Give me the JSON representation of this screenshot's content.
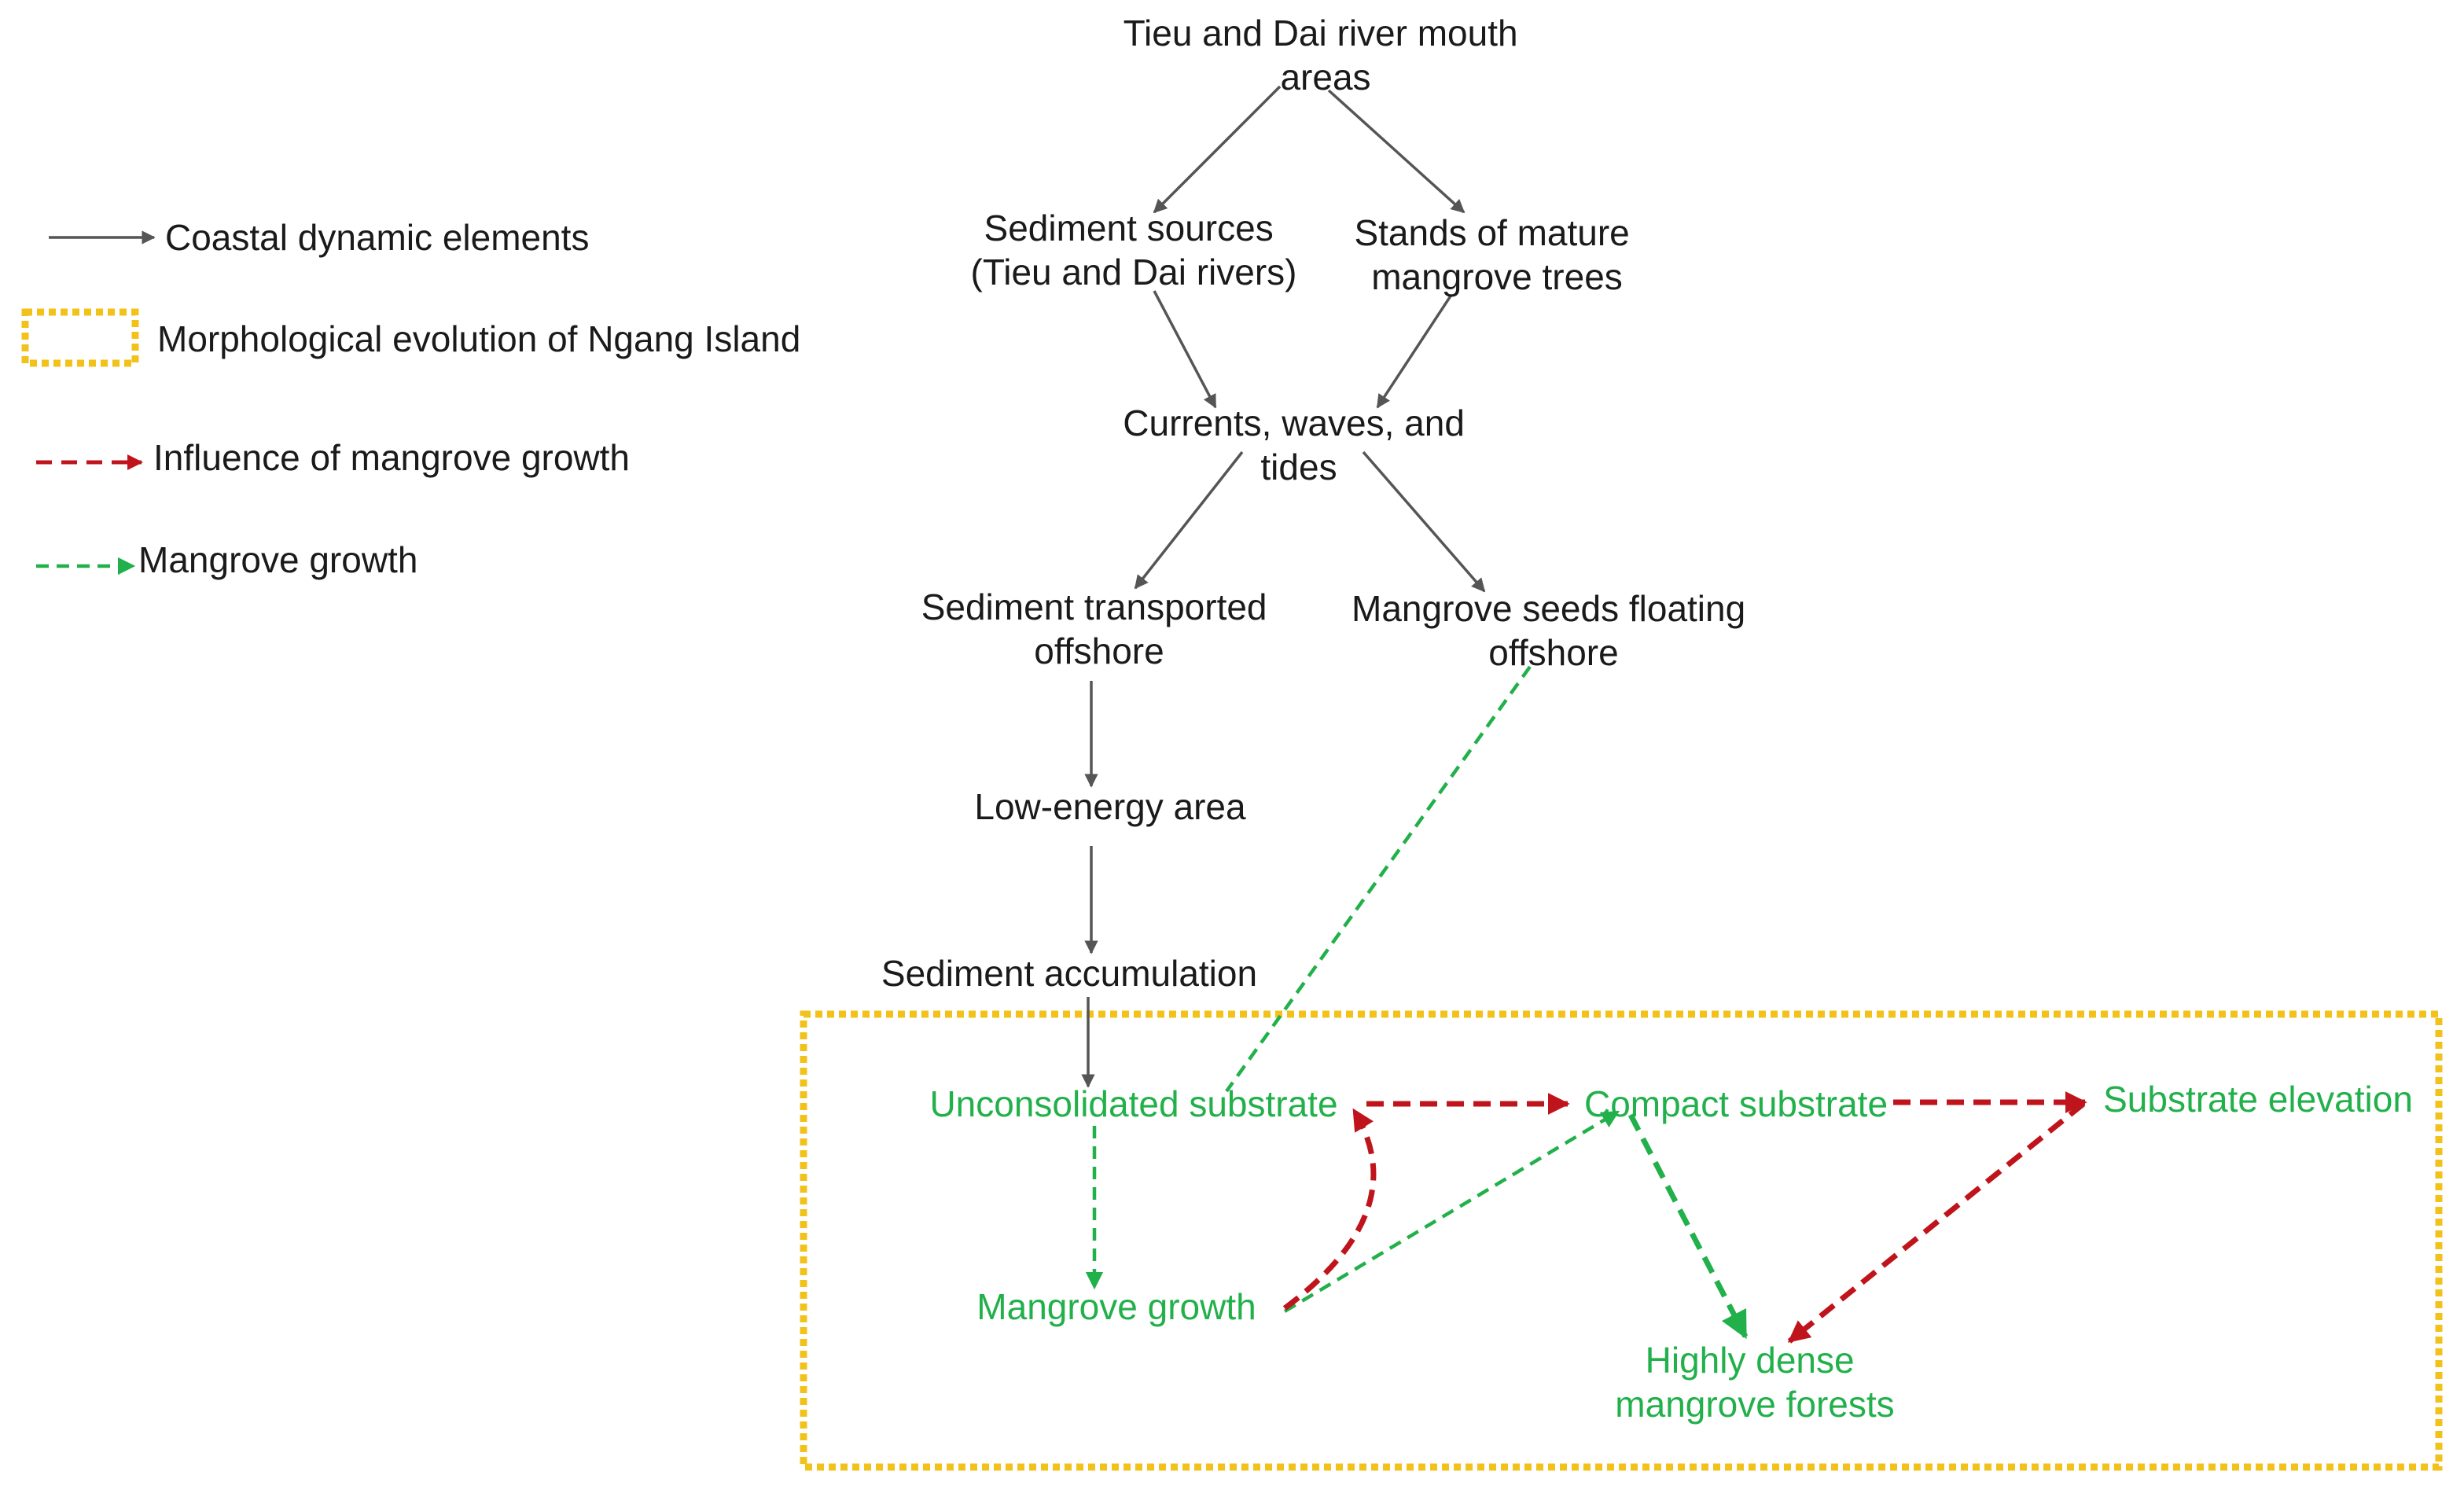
{
  "colors": {
    "dark_arrow": "#555555",
    "text_dark": "#1a1a1a",
    "text_green": "#22b04b",
    "red_dashed": "#c0141c",
    "green_dashed": "#22b04b",
    "frame_yellow": "#f2c21b"
  },
  "legend": {
    "solid": "Coastal dynamic elements",
    "dotted_box": "Morphological evolution of Ngang Island",
    "red_dashed": "Influence of mangrove growth",
    "green_dashed": "Mangrove growth"
  },
  "nodes": {
    "river_mouth": [
      "Tieu and Dai river mouth",
      "areas"
    ],
    "sediment_sources": [
      "Sediment sources",
      "(Tieu and Dai rivers)"
    ],
    "mature_stands": [
      "Stands of mature",
      "mangrove trees"
    ],
    "currents": [
      "Currents, waves, and",
      "tides"
    ],
    "sediment_transported": [
      "Sediment transported",
      "offshore"
    ],
    "seeds_floating": [
      "Mangrove seeds floating",
      "offshore"
    ],
    "low_energy": "Low-energy area",
    "accumulation": "Sediment accumulation",
    "unconsolidated": "Unconsolidated substrate",
    "compact": "Compact substrate",
    "elevation": "Substrate elevation",
    "mangrove_growth": "Mangrove growth",
    "dense_forests": [
      "Highly dense",
      "mangrove forests"
    ]
  }
}
